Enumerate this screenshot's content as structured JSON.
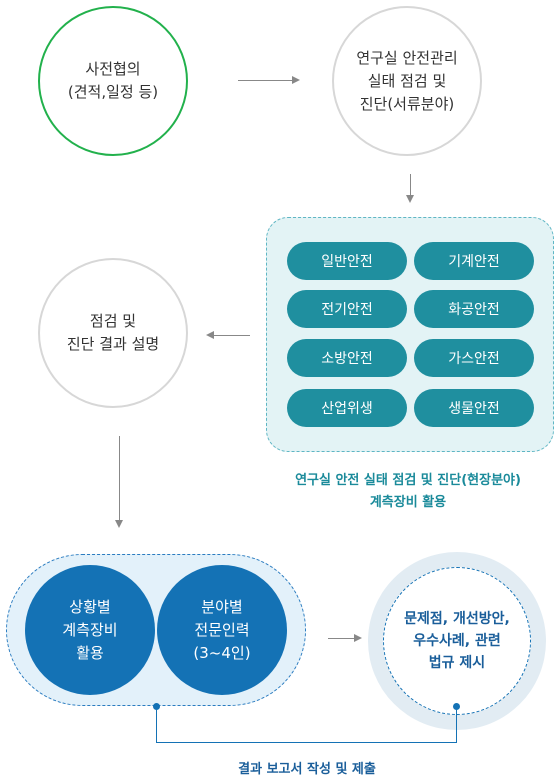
{
  "steps": {
    "prior_consult": [
      "사전협의",
      "(견적,일정 등)"
    ],
    "document_check": [
      "연구실 안전관리",
      "실태 점검 및",
      "진단(서류분야)"
    ],
    "result_explain": [
      "점검 및",
      "진단 결과 설명"
    ]
  },
  "field_inspection": {
    "items": [
      "일반안전",
      "기계안전",
      "전기안전",
      "화공안전",
      "소방안전",
      "가스안전",
      "산업위생",
      "생물안전"
    ],
    "caption": [
      "연구실 안전 실태 점검 및 진단(현장분야)",
      "계측장비 활용"
    ]
  },
  "equipment": {
    "left": [
      "상황별",
      "계측장비",
      "활용"
    ],
    "right": [
      "분야별",
      "전문인력",
      "(3~4인)"
    ]
  },
  "result": [
    "문제점, 개선방안,",
    "우수사례, 관련",
    "법규 제시"
  ],
  "report_caption": "결과 보고서 작성 및 제출",
  "colors": {
    "start_border": "#22b14c",
    "field_pill": "#1f8f9f",
    "equipment_circle": "#1472b5",
    "caption_teal": "#1a8a9a",
    "caption_blue": "#1a5e9a"
  }
}
